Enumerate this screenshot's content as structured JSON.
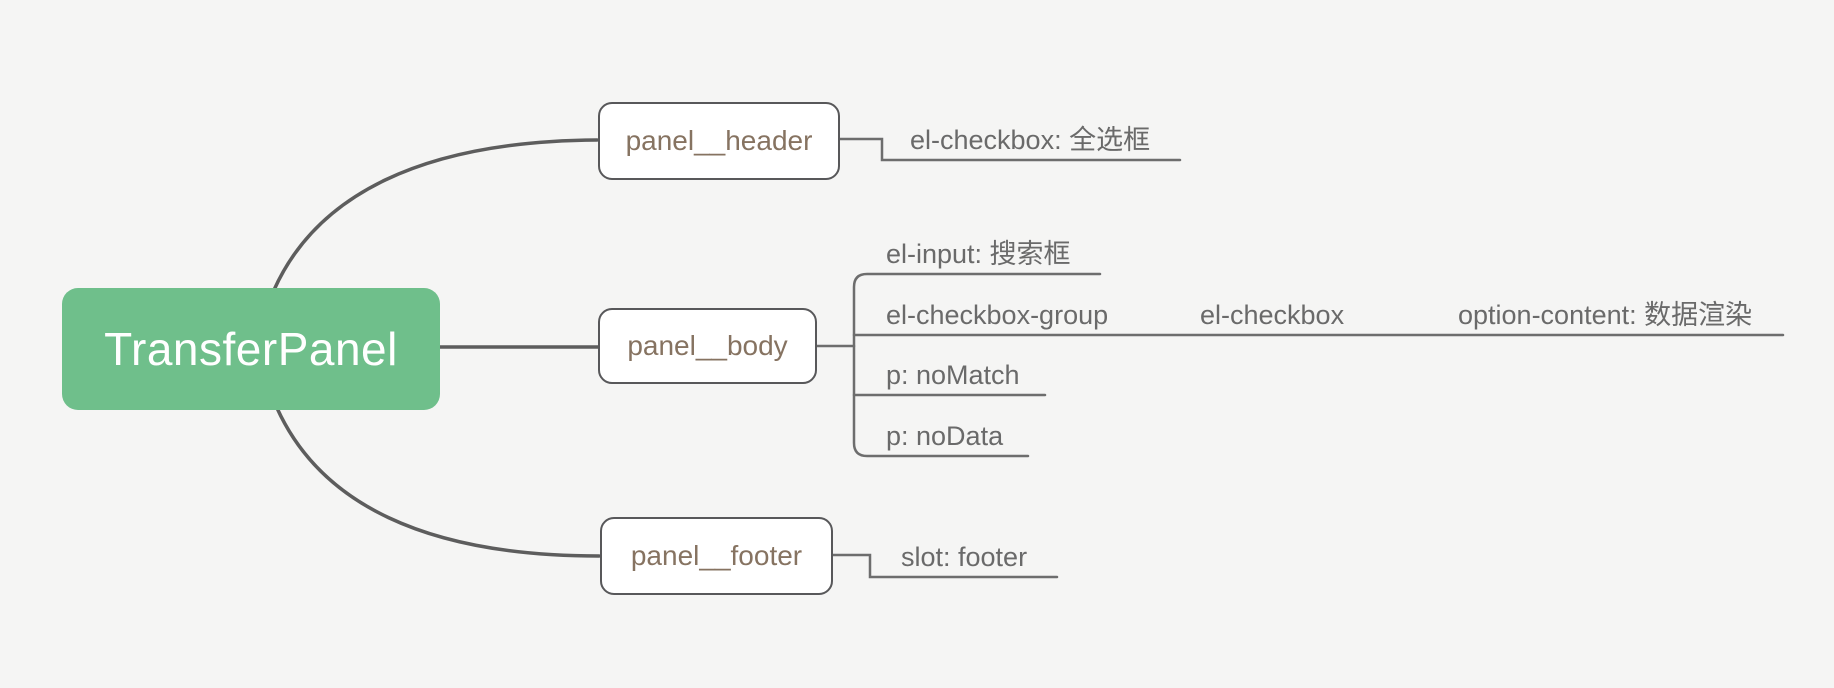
{
  "canvas": {
    "background_color": "#f5f5f4",
    "line_color_main": "#5d5d5d",
    "line_color_sub": "#6d6d6d"
  },
  "root": {
    "label": "TransferPanel",
    "fill_color": "#6fbf8b",
    "text_color": "#ffffff"
  },
  "branches": [
    {
      "label": "panel__header",
      "children": [
        {
          "label": "el-checkbox: 全选框"
        }
      ]
    },
    {
      "label": "panel__body",
      "children": [
        {
          "label": "el-input: 搜索框"
        },
        {
          "label": "el-checkbox-group",
          "children": [
            {
              "label": "el-checkbox",
              "children": [
                {
                  "label": "option-content: 数据渲染"
                }
              ]
            }
          ]
        },
        {
          "label": "p: noMatch"
        },
        {
          "label": "p: noData"
        }
      ]
    },
    {
      "label": "panel__footer",
      "children": [
        {
          "label": "slot: footer"
        }
      ]
    }
  ]
}
